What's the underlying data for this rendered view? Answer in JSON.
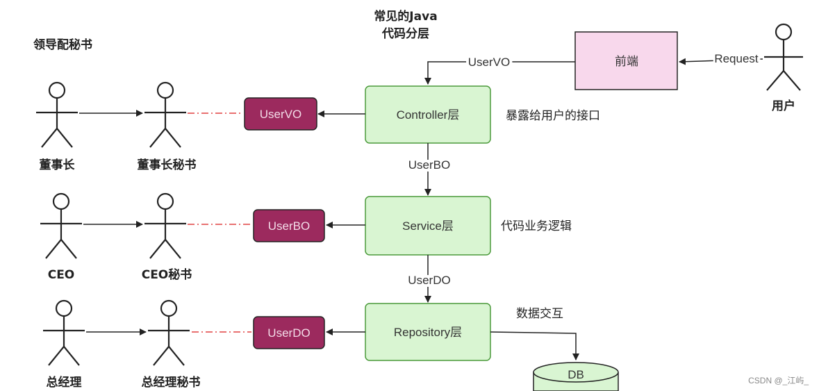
{
  "title": {
    "line1": "常见的Java",
    "line2": "代码分层"
  },
  "left_title": "领导配秘书",
  "colors": {
    "layer_fill": "#d9f5d2",
    "layer_stroke": "#4a9a3a",
    "frontend_fill": "#f8d8ec",
    "frontend_stroke": "#222222",
    "object_fill": "#9c2a5e",
    "object_stroke": "#222222",
    "dash_red": "#e04040"
  },
  "actors": {
    "chairman": "董事长",
    "chairman_secretary": "董事长秘书",
    "ceo": "CEO",
    "ceo_secretary": "CEO秘书",
    "manager": "总经理",
    "manager_secretary": "总经理秘书",
    "user": "用户"
  },
  "objects": {
    "vo": "UserVO",
    "bo": "UserBO",
    "do": "UserDO"
  },
  "layers": {
    "frontend": "前端",
    "controller": "Controller层",
    "service": "Service层",
    "repository": "Repository层"
  },
  "edges": {
    "request": "Request",
    "uservo": "UserVO",
    "userbo": "UserBO",
    "userdo": "UserDO"
  },
  "notes": {
    "controller": "暴露给用户的接口",
    "service": "代码业务逻辑",
    "repository": "数据交互"
  },
  "db": "DB",
  "watermark": "CSDN @_江屿_"
}
